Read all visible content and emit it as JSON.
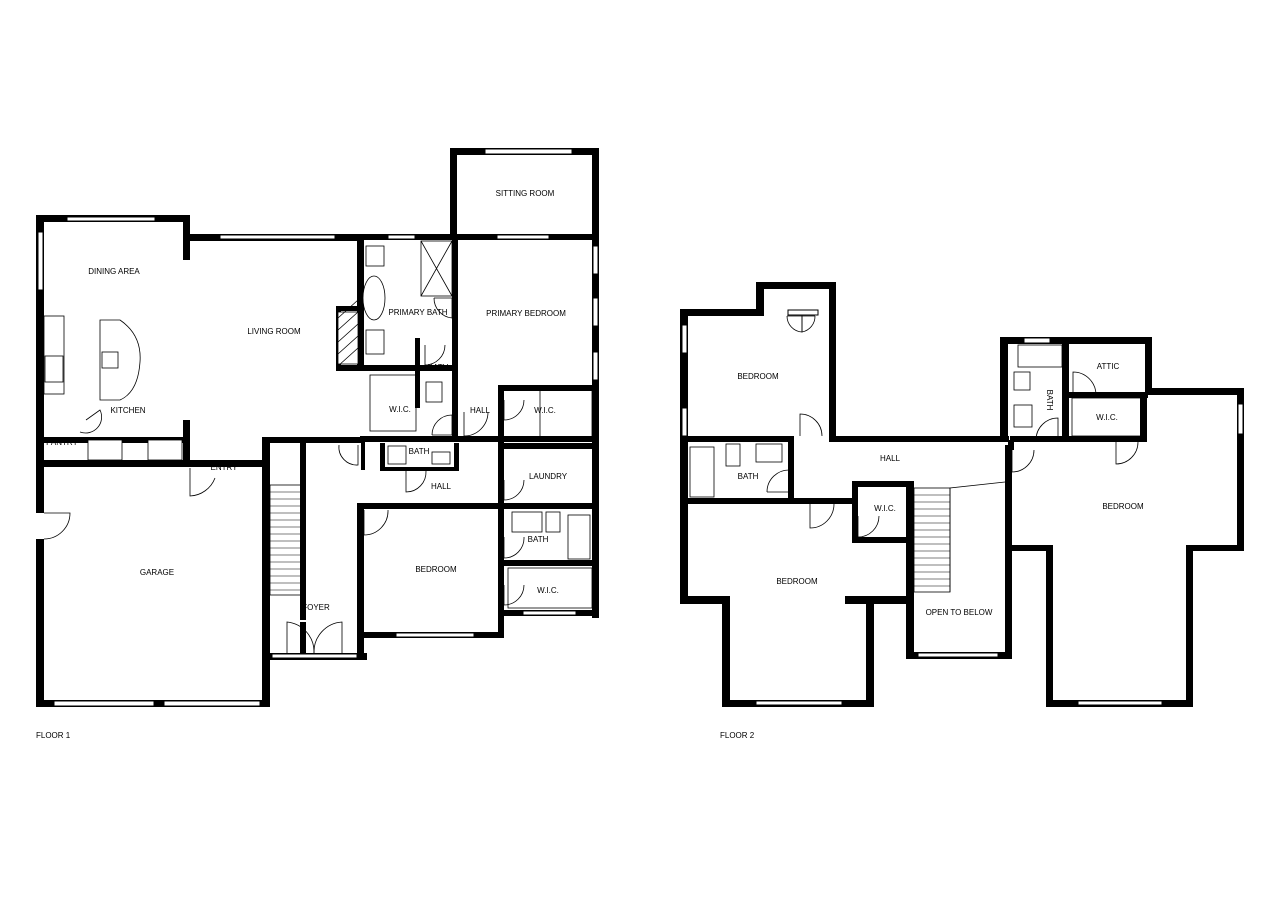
{
  "floors": [
    {
      "label": "FLOOR 1",
      "rooms": {
        "dining_area": "DINING AREA",
        "living_room": "LIVING ROOM",
        "kitchen": "KITCHEN",
        "pantry": "PANTRY",
        "entry": "ENTRY",
        "garage": "GARAGE",
        "foyer": "FOYER",
        "sitting_room": "SITTING ROOM",
        "primary_bath": "PRIMARY BATH",
        "primary_bedroom": "PRIMARY BEDROOM",
        "bath_toilet": "BATH",
        "wic_primary": "W.I.C.",
        "hall_primary": "HALL",
        "wic_closet": "W.I.C.",
        "bath_small": "BATH",
        "hall_center": "HALL",
        "laundry": "LAUNDRY",
        "bedroom": "BEDROOM",
        "bath_bedroom": "BATH",
        "wic_bedroom": "W.I.C."
      }
    },
    {
      "label": "FLOOR 2",
      "rooms": {
        "bedroom_nw": "BEDROOM",
        "hall": "HALL",
        "bath_west": "BATH",
        "wic_center": "W.I.C.",
        "bedroom_sw": "BEDROOM",
        "open_to_below": "OPEN TO BELOW",
        "attic": "ATTIC",
        "bath_east": "BATH",
        "wic_east": "W.I.C.",
        "bedroom_east": "BEDROOM"
      }
    }
  ]
}
